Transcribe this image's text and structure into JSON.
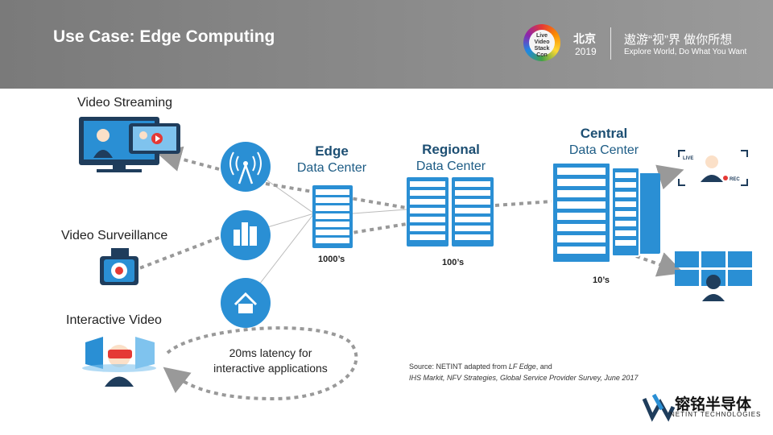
{
  "header": {
    "title": "Use Case: Edge Computing",
    "logo_text": "Live Video Stack Con",
    "city": "北京",
    "year": "2019",
    "slogan_cn": "遨游“视”界 做你所想",
    "slogan_en": "Explore World, Do What You Want"
  },
  "use_cases": {
    "streaming": "Video Streaming",
    "surveillance": "Video Surveillance",
    "interactive": "Interactive Video"
  },
  "data_centers": {
    "edge": {
      "name": "Edge",
      "sub": "Data Center",
      "count": "1000’s"
    },
    "regional": {
      "name": "Regional",
      "sub": "Data Center",
      "count": "100’s"
    },
    "central": {
      "name": "Central",
      "sub": "Data Center",
      "count": "10’s"
    }
  },
  "latency": {
    "line1": "20ms latency for",
    "line2": "interactive applications"
  },
  "source": {
    "line1_prefix": "Source: NETINT adapted from ",
    "line1_italic": "LF Edge",
    "line1_suffix": ", and",
    "line2": "IHS Markit, NFV Strategies, Global Service Provider Survey, June 2017"
  },
  "brand": {
    "cn": "镕铭半导体",
    "en": "NETINT TECHNOLOGIES"
  },
  "icons": [
    "tower-icon",
    "city-icon",
    "home-icon",
    "live-badge",
    "rec-badge"
  ],
  "colors": {
    "accent_blue": "#2a8fd4",
    "header_gray": "#8a8a8a",
    "dotted_gray": "#999999"
  }
}
